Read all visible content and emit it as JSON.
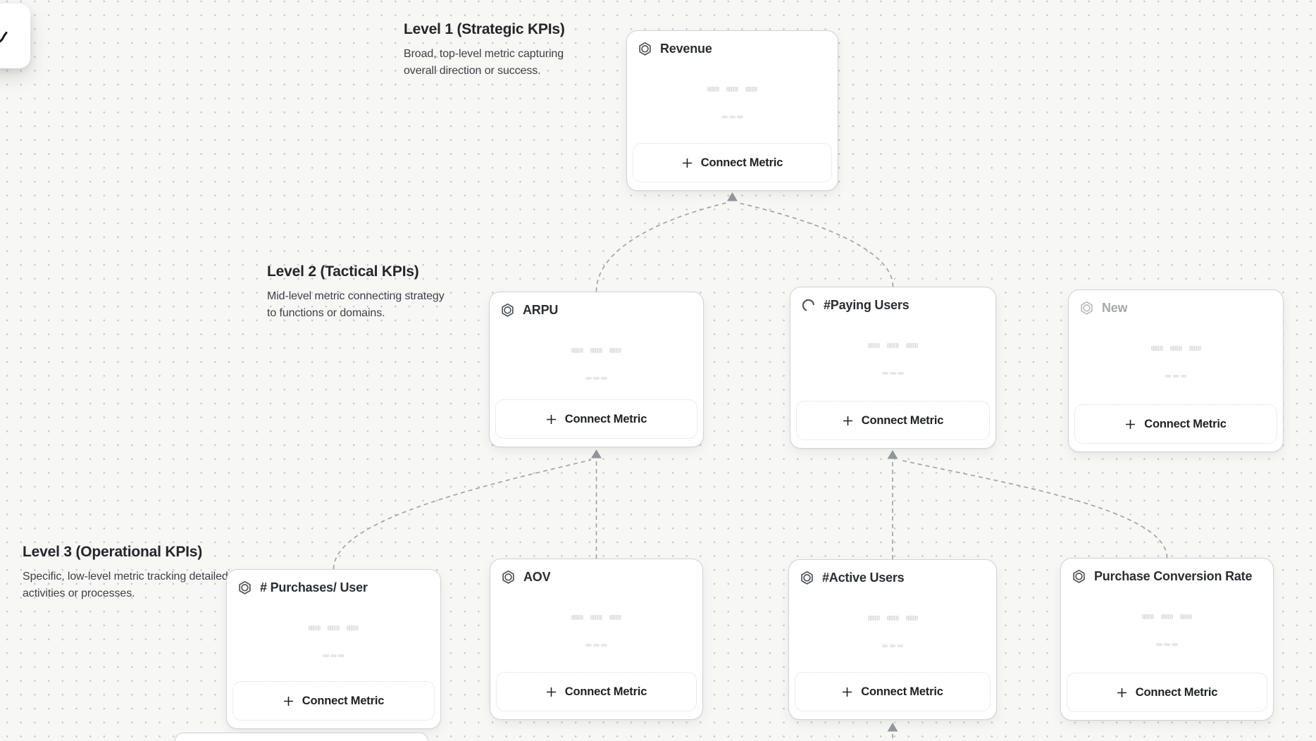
{
  "canvas": {
    "levels": [
      {
        "title": "Level 1 (Strategic KPIs)",
        "description": "Broad, top-level metric capturing overall direction or success."
      },
      {
        "title": "Level 2 (Tactical KPIs)",
        "description": "Mid-level metric connecting strategy to functions or domains."
      },
      {
        "title": "Level 3 (Operational KPIs)",
        "description": "Specific, low-level metric tracking detailed activities or processes."
      }
    ],
    "connect_metric_label": "Connect Metric",
    "cards": [
      {
        "title": "Revenue",
        "icon": "metric-hexagon-icon",
        "level": 1
      },
      {
        "title": "ARPU",
        "icon": "metric-hexagon-icon",
        "level": 2
      },
      {
        "title": "#Paying Users",
        "icon": "loading-spinner-icon",
        "level": 2
      },
      {
        "title": "New",
        "icon": "metric-hexagon-icon",
        "level": 2,
        "state": "draft"
      },
      {
        "title": "# Purchases/ User",
        "icon": "metric-hexagon-icon",
        "level": 3
      },
      {
        "title": "AOV",
        "icon": "metric-hexagon-icon",
        "level": 3
      },
      {
        "title": "#Active Users",
        "icon": "metric-hexagon-icon",
        "level": 3
      },
      {
        "title": "Purchase Conversion Rate",
        "icon": "metric-hexagon-icon",
        "level": 3
      }
    ],
    "edges": [
      {
        "from": "ARPU",
        "to": "Revenue"
      },
      {
        "from": "#Paying Users",
        "to": "Revenue"
      },
      {
        "from": "# Purchases/ User",
        "to": "ARPU"
      },
      {
        "from": "AOV",
        "to": "ARPU"
      },
      {
        "from": "#Active Users",
        "to": "#Paying Users"
      },
      {
        "from": "Purchase Conversion Rate",
        "to": "#Paying Users"
      },
      {
        "from": "offscreen-below",
        "to": "#Active Users"
      }
    ],
    "colors": {
      "background": "#f7f7f6",
      "grid_dot": "#c5c6c7",
      "card_border": "#d2d3d4",
      "edge": "#a2a4a6",
      "arrowhead": "#95989a",
      "title_text": "#2b2e31",
      "draft_text": "#a6a8aa"
    }
  }
}
